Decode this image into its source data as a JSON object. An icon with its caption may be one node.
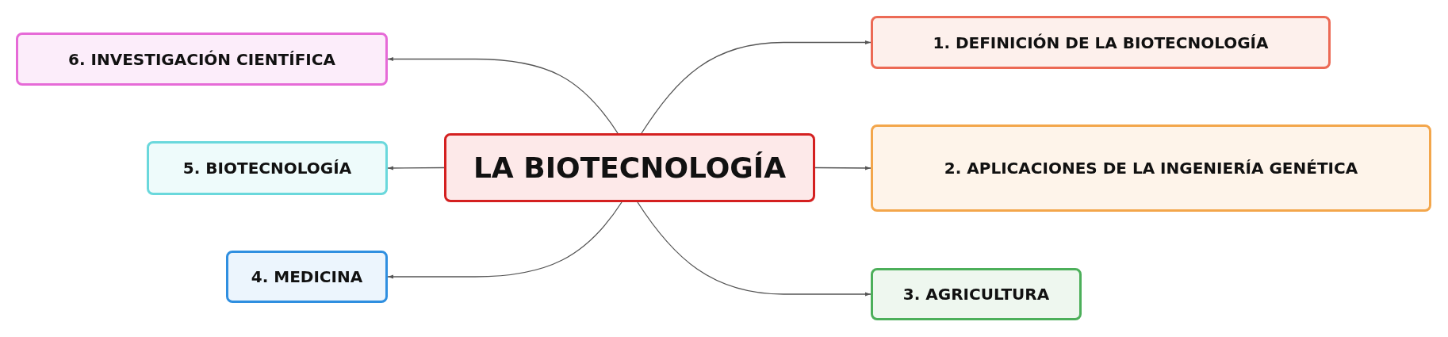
{
  "diagram": {
    "nodes": [
      {
        "text": [
          "LA BIOTECNOLOGÍA"
        ]
      },
      {
        "text": [
          "1. DEFINICIÓN DE LA BIOTECNOLOGÍA"
        ]
      },
      {
        "text": [
          "2. APLICACIONES DE LA INGENIERÍA GENÉTICA"
        ]
      },
      {
        "text": [
          "3. AGRICULTURA"
        ]
      },
      {
        "text": [
          "4. MEDICINA"
        ]
      },
      {
        "text": [
          "5. BIOTECNOLOGÍA"
        ]
      },
      {
        "text": [
          "6. INVESTIGACIÓN CIENTÍFICA"
        ]
      }
    ],
    "edges": [
      {
        "from": 0,
        "to": 1,
        "arrow": "to"
      },
      {
        "from": 0,
        "to": 2,
        "arrow": "to"
      },
      {
        "from": 0,
        "to": 3,
        "arrow": "to"
      },
      {
        "from": 0,
        "to": 4,
        "arrow": "to"
      },
      {
        "from": 0,
        "to": 5,
        "arrow": "to"
      },
      {
        "from": 0,
        "to": 6,
        "arrow": "to"
      }
    ]
  }
}
